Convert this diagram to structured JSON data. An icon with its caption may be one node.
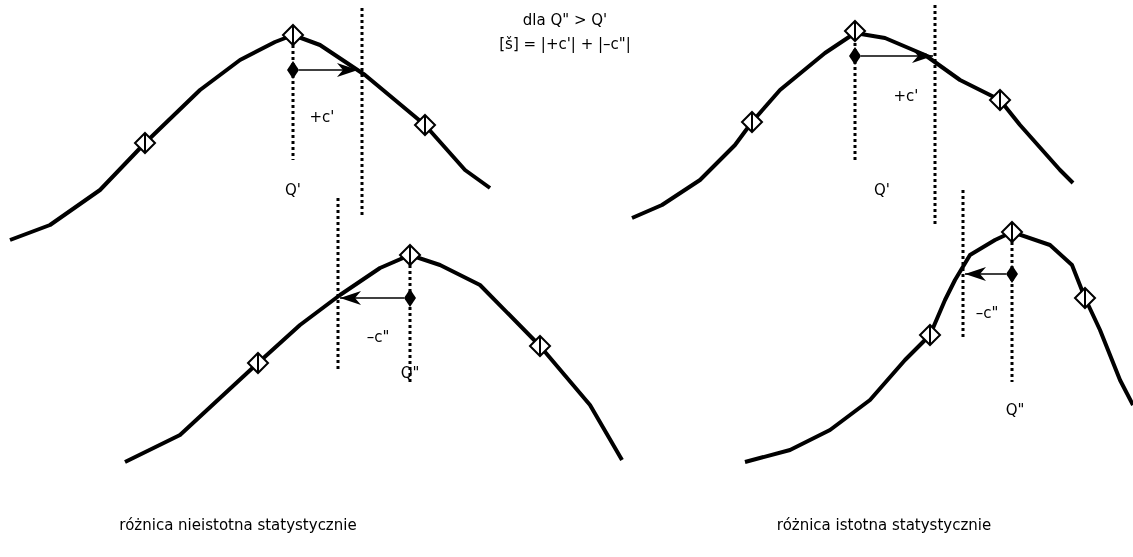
{
  "diagram": {
    "labels": [
      "dla Q\" > Q'",
      "[š] = |+c'| + |–c\"|",
      "+c'",
      "Q'",
      "–c\"",
      "Q\"",
      "+c'",
      "Q'",
      "–c\"",
      "Q\"",
      "różnica nieistotna statystycznie",
      "różnica istotna statystycznie"
    ]
  }
}
